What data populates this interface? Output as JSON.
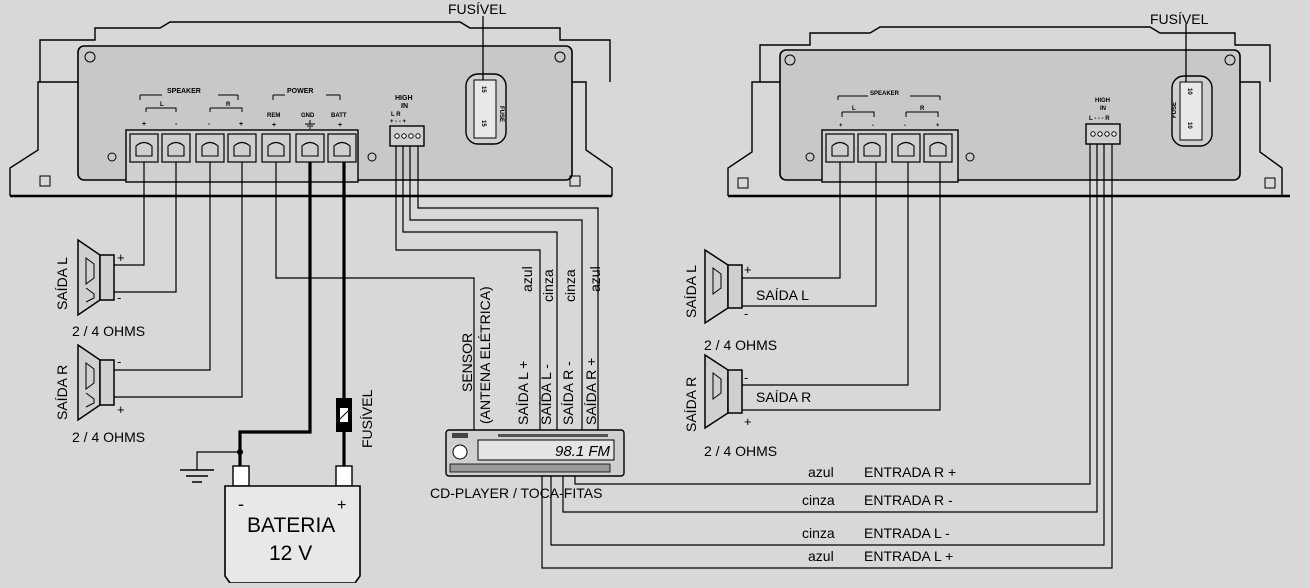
{
  "amp_left": {
    "fuse_label": "FUSÍVEL",
    "speaker_group": "SPEAKER",
    "power_group": "POWER",
    "ch_l": "L",
    "ch_r": "R",
    "rem": "REM",
    "gnd": "GND",
    "batt": "BATT",
    "high_in_1": "HIGH",
    "high_in_2": "IN",
    "high_in_pins": "L    R",
    "high_in_signs": "+ -  - +",
    "fuse_rating_1": "15",
    "fuse_rating_2": "15",
    "fuse_text": "FUSE"
  },
  "amp_right": {
    "fuse_label": "FUSÍVEL",
    "speaker_group": "SPEAKER",
    "ch_l": "L",
    "ch_r": "R",
    "high_in_1": "HIGH",
    "high_in_2": "IN",
    "high_in_pins": "L - - - R",
    "fuse_rating_1": "10",
    "fuse_rating_2": "10",
    "fuse_text": "FUSE"
  },
  "left_speakers": {
    "out_l": "SAÍDA L",
    "out_r": "SAÍDA R",
    "ohms_l": "2 / 4 OHMS",
    "ohms_r": "2 / 4 OHMS"
  },
  "right_speakers": {
    "out_l": "SAÍDA L",
    "out_r": "SAÍDA R",
    "wire_l": "SAÍDA L",
    "wire_r": "SAÍDA R",
    "ohms_l": "2 / 4 OHMS",
    "ohms_r": "2 / 4 OHMS"
  },
  "battery": {
    "line1": "BATERIA",
    "line2": "12 V",
    "minus": "-",
    "plus": "+"
  },
  "power_fuse_label": "FUSÍVEL",
  "radio": {
    "caption": "CD-PLAYER / TOCA-FITAS",
    "display": "98.1 FM",
    "sensor_1": "SENSOR",
    "sensor_2": "(ANTENA ELÉTRICA)",
    "wires": [
      "SAÍDA L +",
      "SAÍDA L -",
      "SAÍDA R -",
      "SAÍDA R +"
    ],
    "colors": [
      "azul",
      "cinza",
      "cinza",
      "azul"
    ]
  },
  "inputs": [
    {
      "color": "azul",
      "label": "ENTRADA R +"
    },
    {
      "color": "cinza",
      "label": "ENTRADA R -"
    },
    {
      "color": "cinza",
      "label": "ENTRADA L -"
    },
    {
      "color": "azul",
      "label": "ENTRADA L +"
    }
  ]
}
